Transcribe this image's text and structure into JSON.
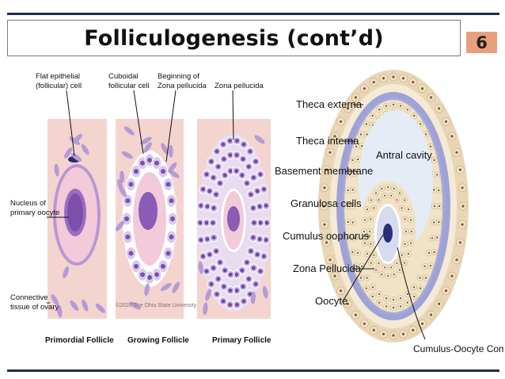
{
  "slide": {
    "title": "Folliculogenesis (cont’d)",
    "number": "6"
  },
  "left_figure": {
    "labels": {
      "flat_epithelial": [
        "Flat epithelial",
        "(follicular) cell"
      ],
      "cuboidal": [
        "Cuboidal",
        "follicular cell"
      ],
      "beginning_zona": [
        "Beginning of",
        "Zona pellucida"
      ],
      "zona_pellucida": "Zona pellucida",
      "nucleus": [
        "Nucleus of",
        "primary oocyte"
      ],
      "connective": [
        "Connective",
        "tissue of ovary"
      ],
      "copyright": "©2020 The Ohio State University"
    },
    "captions": [
      "Primordial Follicle",
      "Growing Follicle",
      "Primary Follicle"
    ]
  },
  "right_figure": {
    "labels": [
      "Theca externa",
      "Theca interna",
      "Basement membrane",
      "Granulosa cells",
      "Cumulus oophorus",
      "Zona Pellucida",
      "Oocyte"
    ],
    "antral_cavity": "Antral cavity",
    "complex_label": "Cumulus-Oocyte Complex"
  },
  "colors": {
    "rule": "#1f2d4d",
    "slide_number_bg": "#e8a07c",
    "tissue_bg": "#f3d4cf",
    "stroma_cell": "#b59ad6",
    "granulosa": "#f1e2c4",
    "theca_interna": "#a0a3d6",
    "antrum": "#e6ecf6"
  }
}
